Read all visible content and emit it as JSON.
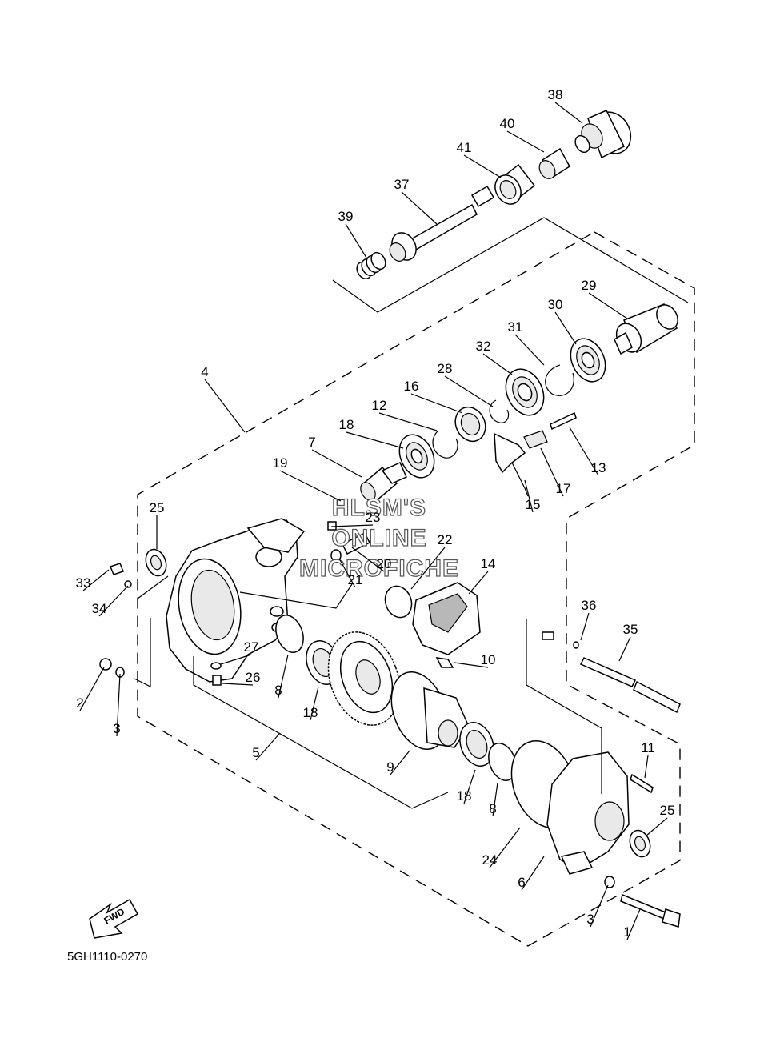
{
  "diagram": {
    "drawing_code": "5GH1110-0270",
    "watermark": [
      "HLSM'S",
      "ONLINE",
      "MICROFICHE"
    ],
    "fwd_label": "FWD",
    "callouts": [
      "1",
      "2",
      "3",
      "3",
      "4",
      "5",
      "6",
      "7",
      "8",
      "8",
      "9",
      "10",
      "11",
      "12",
      "13",
      "14",
      "15",
      "16",
      "17",
      "18",
      "18",
      "18",
      "19",
      "20",
      "21",
      "22",
      "23",
      "24",
      "25",
      "25",
      "26",
      "27",
      "28",
      "29",
      "30",
      "31",
      "32",
      "33",
      "34",
      "35",
      "36",
      "37",
      "38",
      "39",
      "40",
      "41"
    ]
  }
}
